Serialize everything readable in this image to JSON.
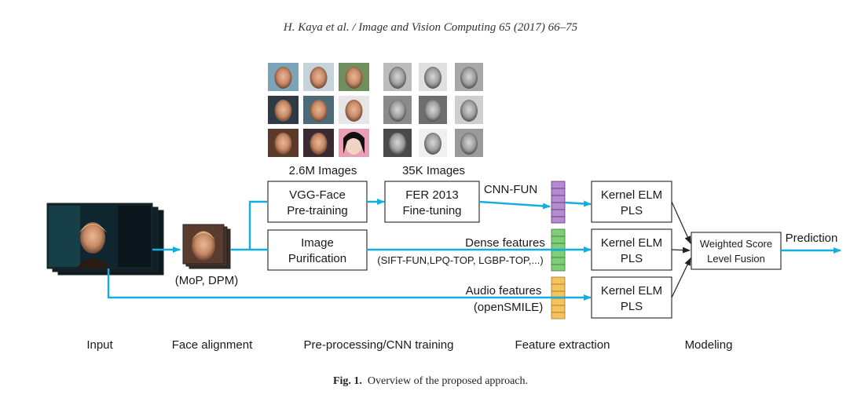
{
  "header": {
    "running_head": "H. Kaya et al.  / Image and Vision Computing 65 (2017) 66–75"
  },
  "figure": {
    "image_sets": {
      "vgg_caption": "2.6M Images",
      "fer_caption": "35K Images"
    },
    "boxes": {
      "vgg_line1": "VGG-Face",
      "vgg_line2": "Pre-training",
      "fer_line1": "FER 2013",
      "fer_line2": "Fine-tuning",
      "purif_line1": "Image",
      "purif_line2": "Purification",
      "elm_line1": "Kernel ELM",
      "elm_line2": "PLS",
      "fusion_line1": "Weighted Score",
      "fusion_line2": "Level Fusion"
    },
    "feature_labels": {
      "cnn_fun": "CNN-FUN",
      "dense": "Dense features",
      "dense_sub": "(SIFT-FUN,LPQ-TOP, LGBP-TOP,...)",
      "audio": "Audio features",
      "audio_sub": "(openSMILE)"
    },
    "face_align_label": "(MoP, DPM)",
    "output_label": "Prediction",
    "stages": [
      "Input",
      "Face alignment",
      "Pre-processing/CNN training",
      "Feature extraction",
      "Modeling"
    ],
    "colors": {
      "flow": "#12aee0",
      "cnn_feature": "#b58ad0",
      "dense_feature": "#7fcf7a",
      "audio_feature": "#f5c25e"
    }
  },
  "caption": {
    "label": "Fig. 1.",
    "text": "Overview of the proposed approach."
  }
}
